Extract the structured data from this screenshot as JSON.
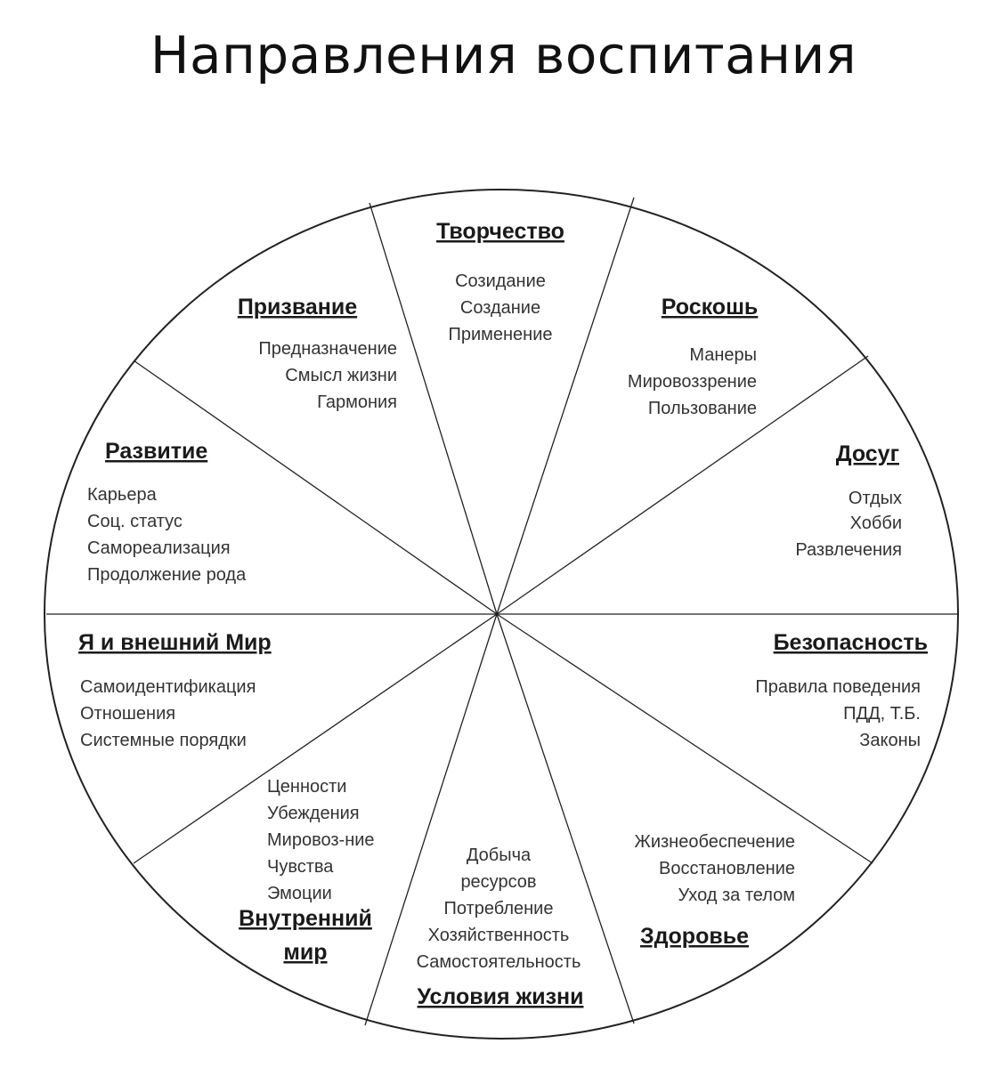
{
  "title": "Направления воспитания",
  "segments": [
    {
      "id": "tvorchestvo",
      "title": "Творчество",
      "items": [
        "Созидание",
        "Создание",
        "Применение"
      ]
    },
    {
      "id": "roskosh",
      "title": "Роскошь",
      "items": [
        "Манеры",
        "Мировоззрение",
        "Пользование"
      ]
    },
    {
      "id": "dosug",
      "title": "Досуг",
      "items": [
        "Отдых",
        "Хобби",
        "Развлечения"
      ]
    },
    {
      "id": "bezopasnost",
      "title": "Безопасность",
      "items": [
        "Правила поведения",
        "ПДД, Т.Б.",
        "Законы"
      ]
    },
    {
      "id": "zdorovie",
      "title": "Здоровье",
      "items": [
        "Жизнеобеспечение",
        "Восстановление",
        "Уход за телом"
      ]
    },
    {
      "id": "usloviya",
      "title": "Условия жизни",
      "items": [
        "Добыча",
        "ресурсов",
        "Потребление",
        "Хозяйственность",
        "Самостоятельность"
      ]
    },
    {
      "id": "vnutrenniy",
      "title": "Внутренний",
      "title2": "мир",
      "items": [
        "Ценности",
        "Убеждения",
        "Мировоз-ние",
        "Чувства",
        "Эмоции"
      ]
    },
    {
      "id": "ya-mir",
      "title": "Я и внешний Мир",
      "items": [
        "Самоидентификация",
        "Отношения",
        "Системные порядки"
      ]
    },
    {
      "id": "razvitie",
      "title": "Развитие",
      "items": [
        "Карьера",
        "Соц. статус",
        "Самореализация",
        "Продолжение рода"
      ]
    },
    {
      "id": "prizvanie",
      "title": "Призвание",
      "items": [
        "Предназначение",
        "Смысл жизни",
        "Гармония"
      ]
    }
  ]
}
